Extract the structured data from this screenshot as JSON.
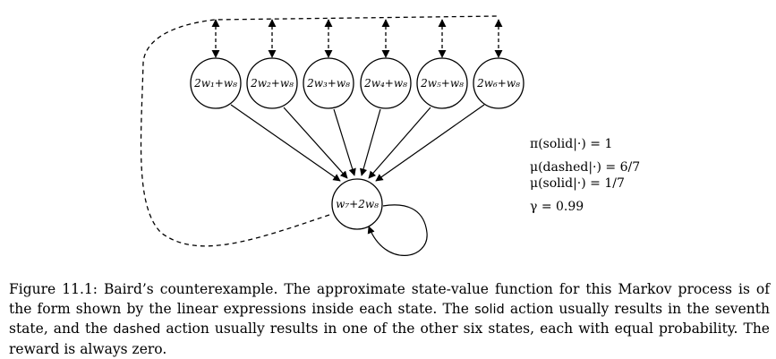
{
  "figure": {
    "nodes": [
      {
        "label": "2w₁+w₈"
      },
      {
        "label": "2w₂+w₈"
      },
      {
        "label": "2w₃+w₈"
      },
      {
        "label": "2w₄+w₈"
      },
      {
        "label": "2w₅+w₈"
      },
      {
        "label": "2w₆+w₈"
      }
    ],
    "bottom_node": {
      "label": "w₇+2w₈"
    },
    "params": {
      "pi_solid": "π(solid|·) = 1",
      "mu_dashed": "μ(dashed|·) = 6/7",
      "mu_solid": "μ(solid|·) = 1/7",
      "gamma": "γ = 0.99"
    }
  },
  "caption": {
    "part1": "Figure 11.1: Baird’s counterexample. The approximate state-value function for this Markov process is of the form shown by the linear expressions inside each state. The ",
    "solid": "solid",
    "part2": " action usually results in the seventh state, and the ",
    "dashed": "dashed",
    "part3": " action usually results in one of the other six states, each with equal probability. The reward is always zero."
  }
}
